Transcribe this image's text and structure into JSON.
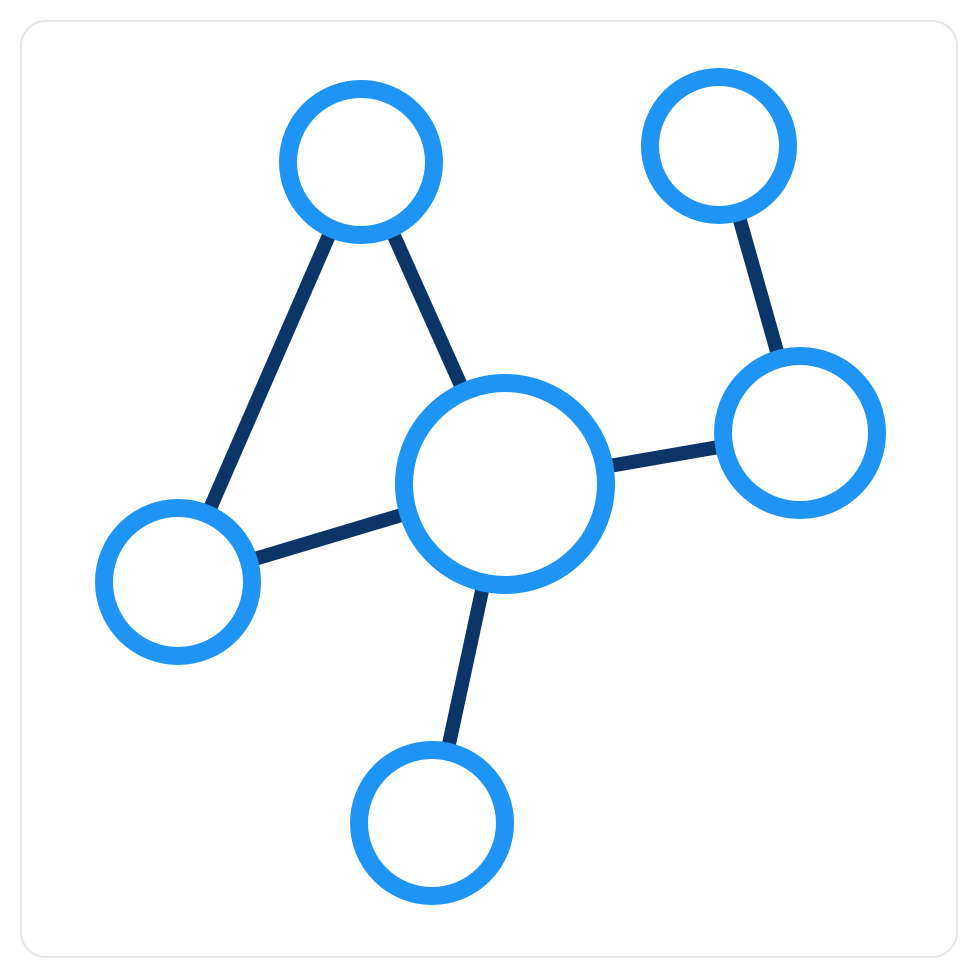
{
  "icon": {
    "name": "network-graph-icon",
    "colors": {
      "node_stroke": "#1e95f5",
      "edge_stroke": "#0b3566",
      "node_fill": "#ffffff",
      "tile_border": "#e6e6e6",
      "background": "#ffffff"
    },
    "nodes": [
      {
        "id": "top-left",
        "role": "peripheral"
      },
      {
        "id": "top-right",
        "role": "peripheral"
      },
      {
        "id": "right",
        "role": "peripheral"
      },
      {
        "id": "center",
        "role": "hub"
      },
      {
        "id": "left",
        "role": "peripheral"
      },
      {
        "id": "bottom",
        "role": "peripheral"
      }
    ],
    "edges": [
      {
        "from": "top-left",
        "to": "left"
      },
      {
        "from": "top-left",
        "to": "center"
      },
      {
        "from": "left",
        "to": "center"
      },
      {
        "from": "center",
        "to": "right"
      },
      {
        "from": "center",
        "to": "bottom"
      },
      {
        "from": "top-right",
        "to": "right"
      }
    ]
  }
}
